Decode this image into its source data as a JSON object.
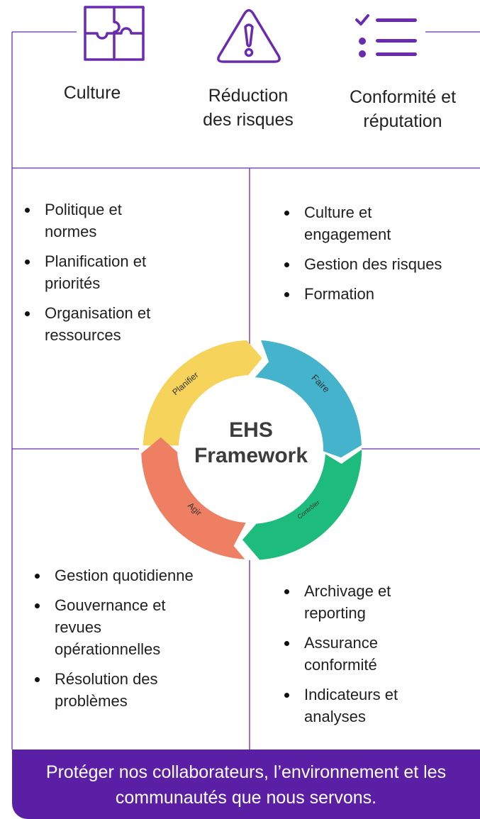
{
  "colors": {
    "accent": "#6a2bb0",
    "plan": "#f6d35a",
    "do": "#45b3cb",
    "check": "#1dbc7d",
    "act": "#ef7f62",
    "banner": "#5b1fa6"
  },
  "pillars": [
    {
      "icon": "puzzle-icon",
      "title": "Culture"
    },
    {
      "icon": "warning-icon",
      "title": "Réduction\ndes risques"
    },
    {
      "icon": "checklist-icon",
      "title": "Conformité et\nréputation"
    }
  ],
  "quadrants": {
    "plan": [
      "Politique et normes",
      "Planification et priorités",
      "Organisation et ressources"
    ],
    "do": [
      "Culture et engagement",
      "Gestion des risques",
      "Formation"
    ],
    "act": [
      "Gestion quotidienne",
      "Gouvernance et revues opérationnelles",
      "Résolution des problèmes"
    ],
    "check": [
      "Archivage et reporting",
      "Assurance conformité",
      "Indicateurs et analyses"
    ]
  },
  "cycle": {
    "center_line1": "EHS",
    "center_line2": "Framework",
    "labels": {
      "plan": "Planifier",
      "do": "Faire",
      "check": "Contrôler",
      "act": "Agir"
    }
  },
  "mission": "Protéger nos collaborateurs, l’environnement et les communautés que nous servons."
}
